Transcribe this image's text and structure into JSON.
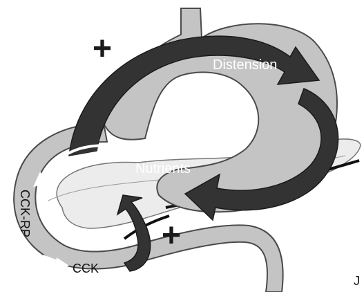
{
  "colors": {
    "organ_fill": "#c4c4c4",
    "organ_stroke": "#4a4a4a",
    "arrow_fill": "#333333",
    "pancreas_fill": "#ececec",
    "white_arrow": "#ffffff",
    "background": "#ffffff"
  },
  "labels": {
    "distension": "Distension",
    "nutrients": "Nutrients",
    "cck_rp": "CCK-RP",
    "cck": "CCK",
    "plus_top": "+",
    "plus_bottom": "+",
    "edge_mark": "J"
  },
  "icons": [
    "feedback-loop-arrow",
    "feedback-loop-arrow-small",
    "white-flow-arrow"
  ]
}
